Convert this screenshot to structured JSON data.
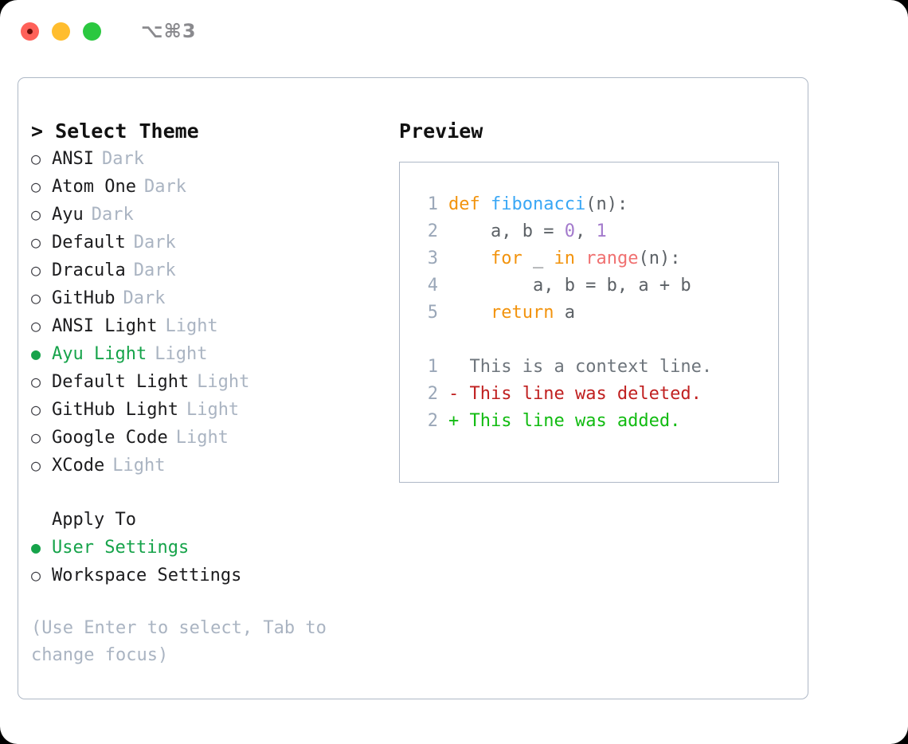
{
  "window": {
    "shortcut": "⌥⌘3",
    "traffic_lights": [
      {
        "name": "close",
        "color": "#ff6159"
      },
      {
        "name": "minimize",
        "color": "#ffbd2e"
      },
      {
        "name": "maximize",
        "color": "#2bc840"
      }
    ]
  },
  "theme_picker": {
    "title": "> Select Theme",
    "items": [
      {
        "bullet": "○",
        "name": "ANSI",
        "tag": "Dark",
        "selected": false
      },
      {
        "bullet": "○",
        "name": "Atom One",
        "tag": "Dark",
        "selected": false
      },
      {
        "bullet": "○",
        "name": "Ayu",
        "tag": "Dark",
        "selected": false
      },
      {
        "bullet": "○",
        "name": "Default",
        "tag": "Dark",
        "selected": false
      },
      {
        "bullet": "○",
        "name": "Dracula",
        "tag": "Dark",
        "selected": false
      },
      {
        "bullet": "○",
        "name": "GitHub",
        "tag": "Dark",
        "selected": false
      },
      {
        "bullet": "○",
        "name": "ANSI Light",
        "tag": "Light",
        "selected": false
      },
      {
        "bullet": "●",
        "name": "Ayu Light",
        "tag": "Light",
        "selected": true
      },
      {
        "bullet": "○",
        "name": "Default Light",
        "tag": "Light",
        "selected": false
      },
      {
        "bullet": "○",
        "name": "GitHub Light",
        "tag": "Light",
        "selected": false
      },
      {
        "bullet": "○",
        "name": "Google Code",
        "tag": "Light",
        "selected": false
      },
      {
        "bullet": "○",
        "name": "XCode",
        "tag": "Light",
        "selected": false
      }
    ]
  },
  "apply_to": {
    "heading": "Apply To",
    "options": [
      {
        "bullet": "●",
        "label": "User Settings",
        "selected": true
      },
      {
        "bullet": "○",
        "label": "Workspace Settings",
        "selected": false
      }
    ]
  },
  "hint": "(Use Enter to select, Tab to change focus)",
  "preview": {
    "title": "Preview",
    "code_lines": [
      {
        "no": "1",
        "tokens": [
          {
            "t": "def ",
            "c": "kw"
          },
          {
            "t": "fibonacci",
            "c": "fn"
          },
          {
            "t": "(n):",
            "c": "plain"
          }
        ]
      },
      {
        "no": "2",
        "tokens": [
          {
            "t": "    a, b = ",
            "c": "plain"
          },
          {
            "t": "0",
            "c": "num"
          },
          {
            "t": ", ",
            "c": "plain"
          },
          {
            "t": "1",
            "c": "num"
          }
        ]
      },
      {
        "no": "3",
        "tokens": [
          {
            "t": "    ",
            "c": "plain"
          },
          {
            "t": "for",
            "c": "kw"
          },
          {
            "t": " _ ",
            "c": "plain"
          },
          {
            "t": "in",
            "c": "kw"
          },
          {
            "t": " ",
            "c": "plain"
          },
          {
            "t": "range",
            "c": "bi"
          },
          {
            "t": "(n):",
            "c": "plain"
          }
        ]
      },
      {
        "no": "4",
        "tokens": [
          {
            "t": "        a, b = b, a + b",
            "c": "plain"
          }
        ]
      },
      {
        "no": "5",
        "tokens": [
          {
            "t": "    ",
            "c": "plain"
          },
          {
            "t": "return",
            "c": "kw"
          },
          {
            "t": " a",
            "c": "plain"
          }
        ]
      }
    ],
    "diff_lines": [
      {
        "no": "1",
        "marker": "  ",
        "text": "This is a context line.",
        "kind": "ctx"
      },
      {
        "no": "2",
        "marker": "- ",
        "text": "This line was deleted.",
        "kind": "del"
      },
      {
        "no": "2",
        "marker": "+ ",
        "text": "This line was added.",
        "kind": "add"
      }
    ]
  },
  "colors": {
    "accent_green": "#16a34a",
    "muted": "#aab4c2",
    "border": "#aeb8c6",
    "keyword": "#f2930d",
    "function": "#39a7f5",
    "number": "#a37acc",
    "builtin": "#f07171",
    "diff_delete": "#c02020",
    "diff_add": "#11bb11"
  }
}
